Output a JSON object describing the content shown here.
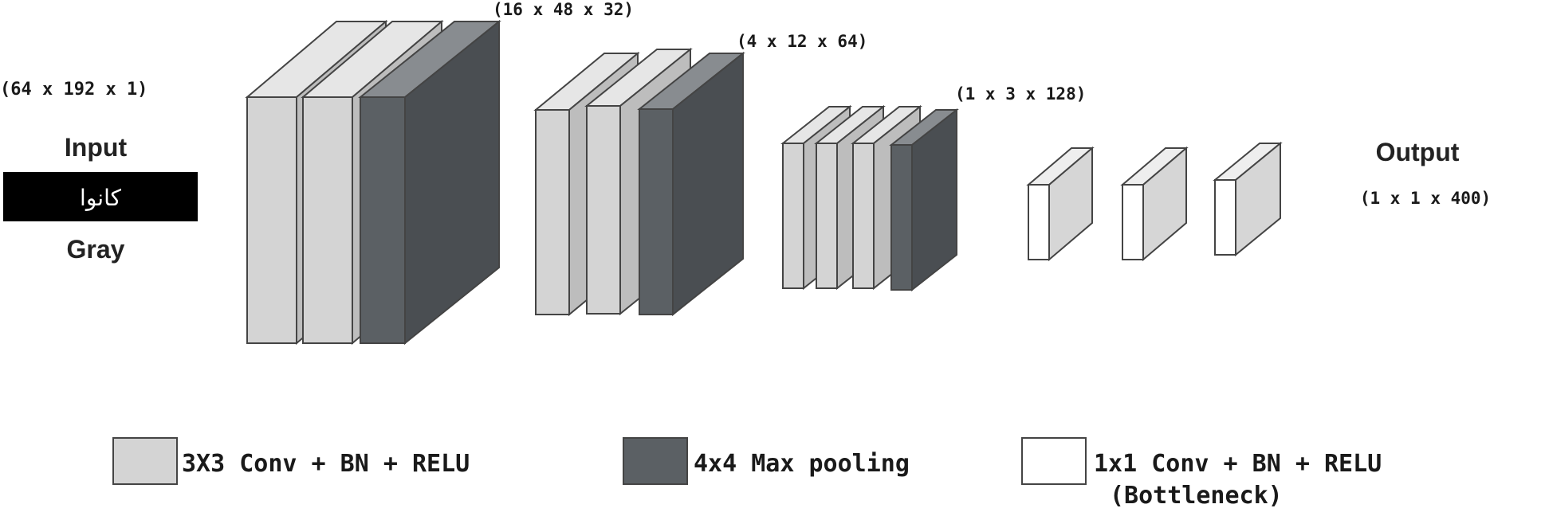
{
  "input": {
    "dimensions": "(64 x 192 x 1)",
    "label_top": "Input",
    "label_bottom": "Gray",
    "sample_word": "كانوا"
  },
  "stages": [
    {
      "dimensions": "(16 x 48 x 32)"
    },
    {
      "dimensions": "(4 x 12 x 64)"
    },
    {
      "dimensions": "(1 x 3 x 128)"
    }
  ],
  "output": {
    "label": "Output",
    "dimensions": "(1 x 1 x 400)"
  },
  "legend": [
    {
      "label": "3X3 Conv + BN + RELU",
      "color": "#d4d4d4"
    },
    {
      "label": "4x4 Max pooling",
      "color": "#5b6064"
    },
    {
      "label": "1x1 Conv + BN + RELU",
      "sublabel": "(Bottleneck)",
      "color": "#ffffff"
    }
  ],
  "colors": {
    "conv_front": "#d4d4d4",
    "conv_side": "#bdbdbd",
    "conv_top": "#e6e6e6",
    "pool_front": "#5b6064",
    "pool_side": "#4a4e52",
    "pool_top": "#888c90",
    "bottleneck_front": "#ffffff",
    "bottleneck_side": "#d6d6d6",
    "bottleneck_top": "#eeeeee"
  }
}
